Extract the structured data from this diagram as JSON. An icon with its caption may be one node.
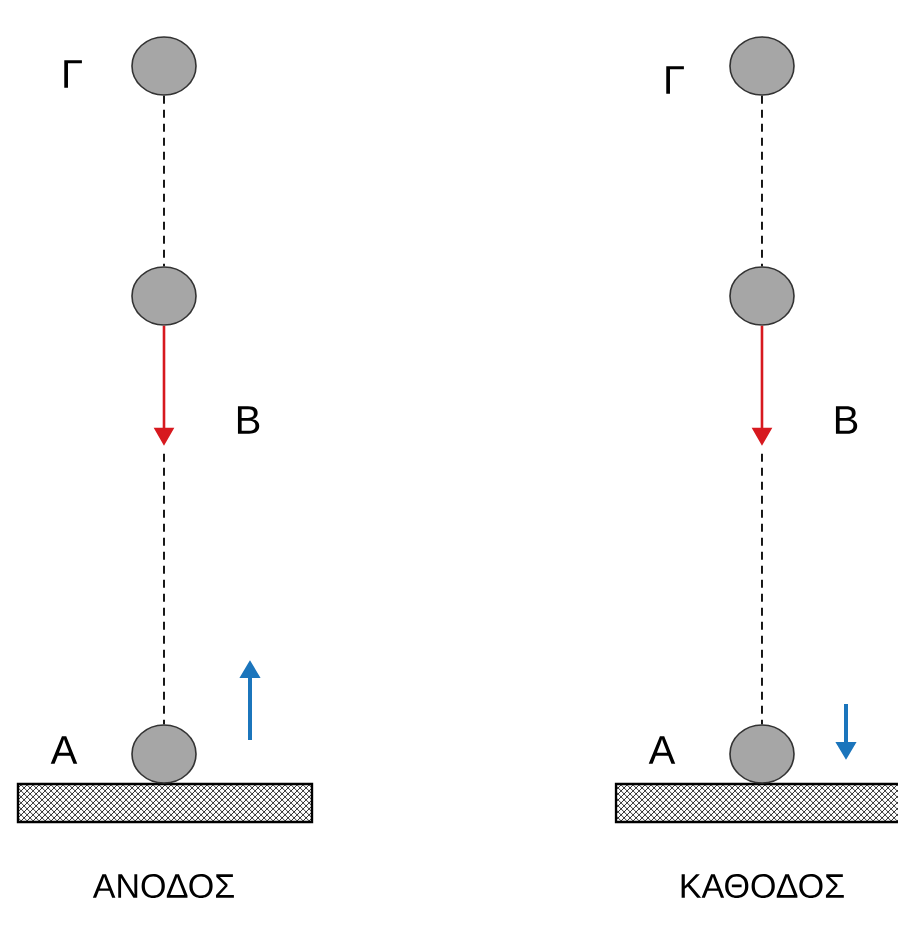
{
  "diagram": {
    "nodes": [
      {
        "text": [],
        "shape": "circle",
        "beside": [
          "Γ"
        ]
      },
      {
        "text": [],
        "shape": "circle",
        "beside": [
          "Β"
        ]
      },
      {
        "text": [],
        "shape": "circle",
        "beside": [
          "Α"
        ]
      },
      {
        "text": [],
        "shape": "circle",
        "beside": [
          "Γ"
        ]
      },
      {
        "text": [],
        "shape": "circle",
        "beside": [
          "Β"
        ]
      },
      {
        "text": [],
        "shape": "circle",
        "beside": [
          "Α"
        ]
      }
    ],
    "edges": [
      {
        "from": 0,
        "to": 1,
        "arrow": "none",
        "style": "dashed"
      },
      {
        "from": 1,
        "to": 2,
        "arrow": "none",
        "style": "dashed"
      },
      {
        "from": 3,
        "to": 4,
        "arrow": "none",
        "style": "dashed"
      },
      {
        "from": 4,
        "to": 5,
        "arrow": "none",
        "style": "dashed"
      },
      {
        "from": 1,
        "to": null,
        "arrow": "to",
        "color": "#d7191f"
      },
      {
        "from": 4,
        "to": null,
        "arrow": "to",
        "color": "#d7191f"
      }
    ],
    "labels": [
      "ΑΝΟΔΟΣ",
      "ΚΑΘΟΔΟΣ"
    ]
  }
}
